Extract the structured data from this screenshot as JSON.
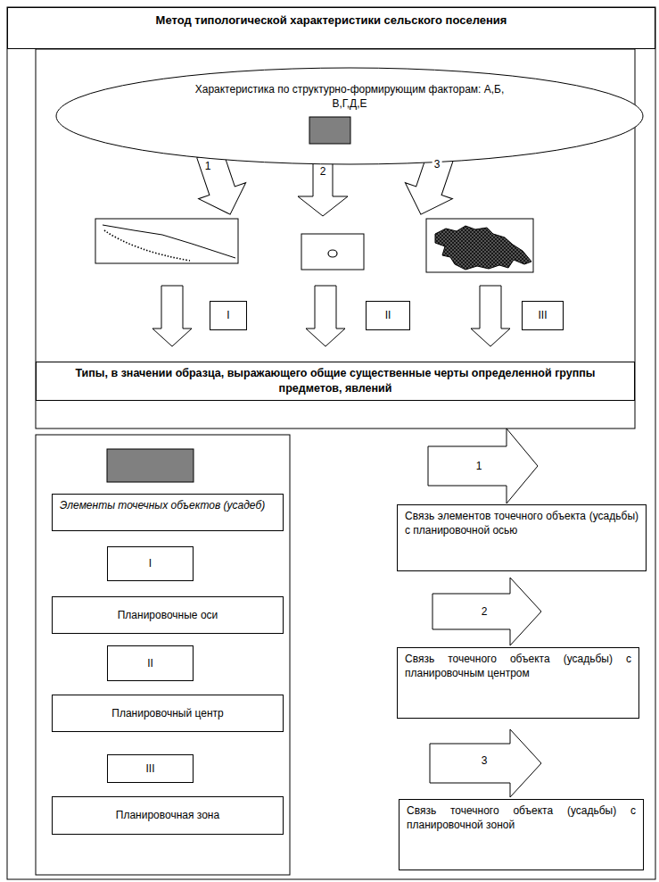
{
  "diagram": {
    "title": "Метод типологической характеристики сельского поселения",
    "nodes": [
      {
        "text": [
          "Характеристика по структурно-формирующим факторам: А,Б, В,Г,Д,Е"
        ]
      },
      {
        "text": [
          "I"
        ]
      },
      {
        "text": [
          "II"
        ]
      },
      {
        "text": [
          "III"
        ]
      },
      {
        "text": [
          "Типы, в значении образца, выражающего общие существенные черты определенной группы предметов, явлений"
        ]
      },
      {
        "text": [
          "Элементы точечных объектов (усадеб)"
        ]
      },
      {
        "text": [
          "I"
        ]
      },
      {
        "text": [
          "Планировочные оси"
        ]
      },
      {
        "text": [
          "II"
        ]
      },
      {
        "text": [
          "Планировочный центр"
        ]
      },
      {
        "text": [
          "III"
        ]
      },
      {
        "text": [
          "Планировочная зона"
        ]
      },
      {
        "text": [
          "Связь элементов точечного объекта (усадьбы) с планировочной осью"
        ]
      },
      {
        "text": [
          "Связь точечного объекта (усадьбы) с планировочным центром"
        ]
      },
      {
        "text": [
          "Связь точечного объекта (усадьбы) с планировочной зоной"
        ]
      }
    ],
    "labels": [
      "1",
      "2",
      "3",
      "1",
      "2",
      "3"
    ]
  }
}
